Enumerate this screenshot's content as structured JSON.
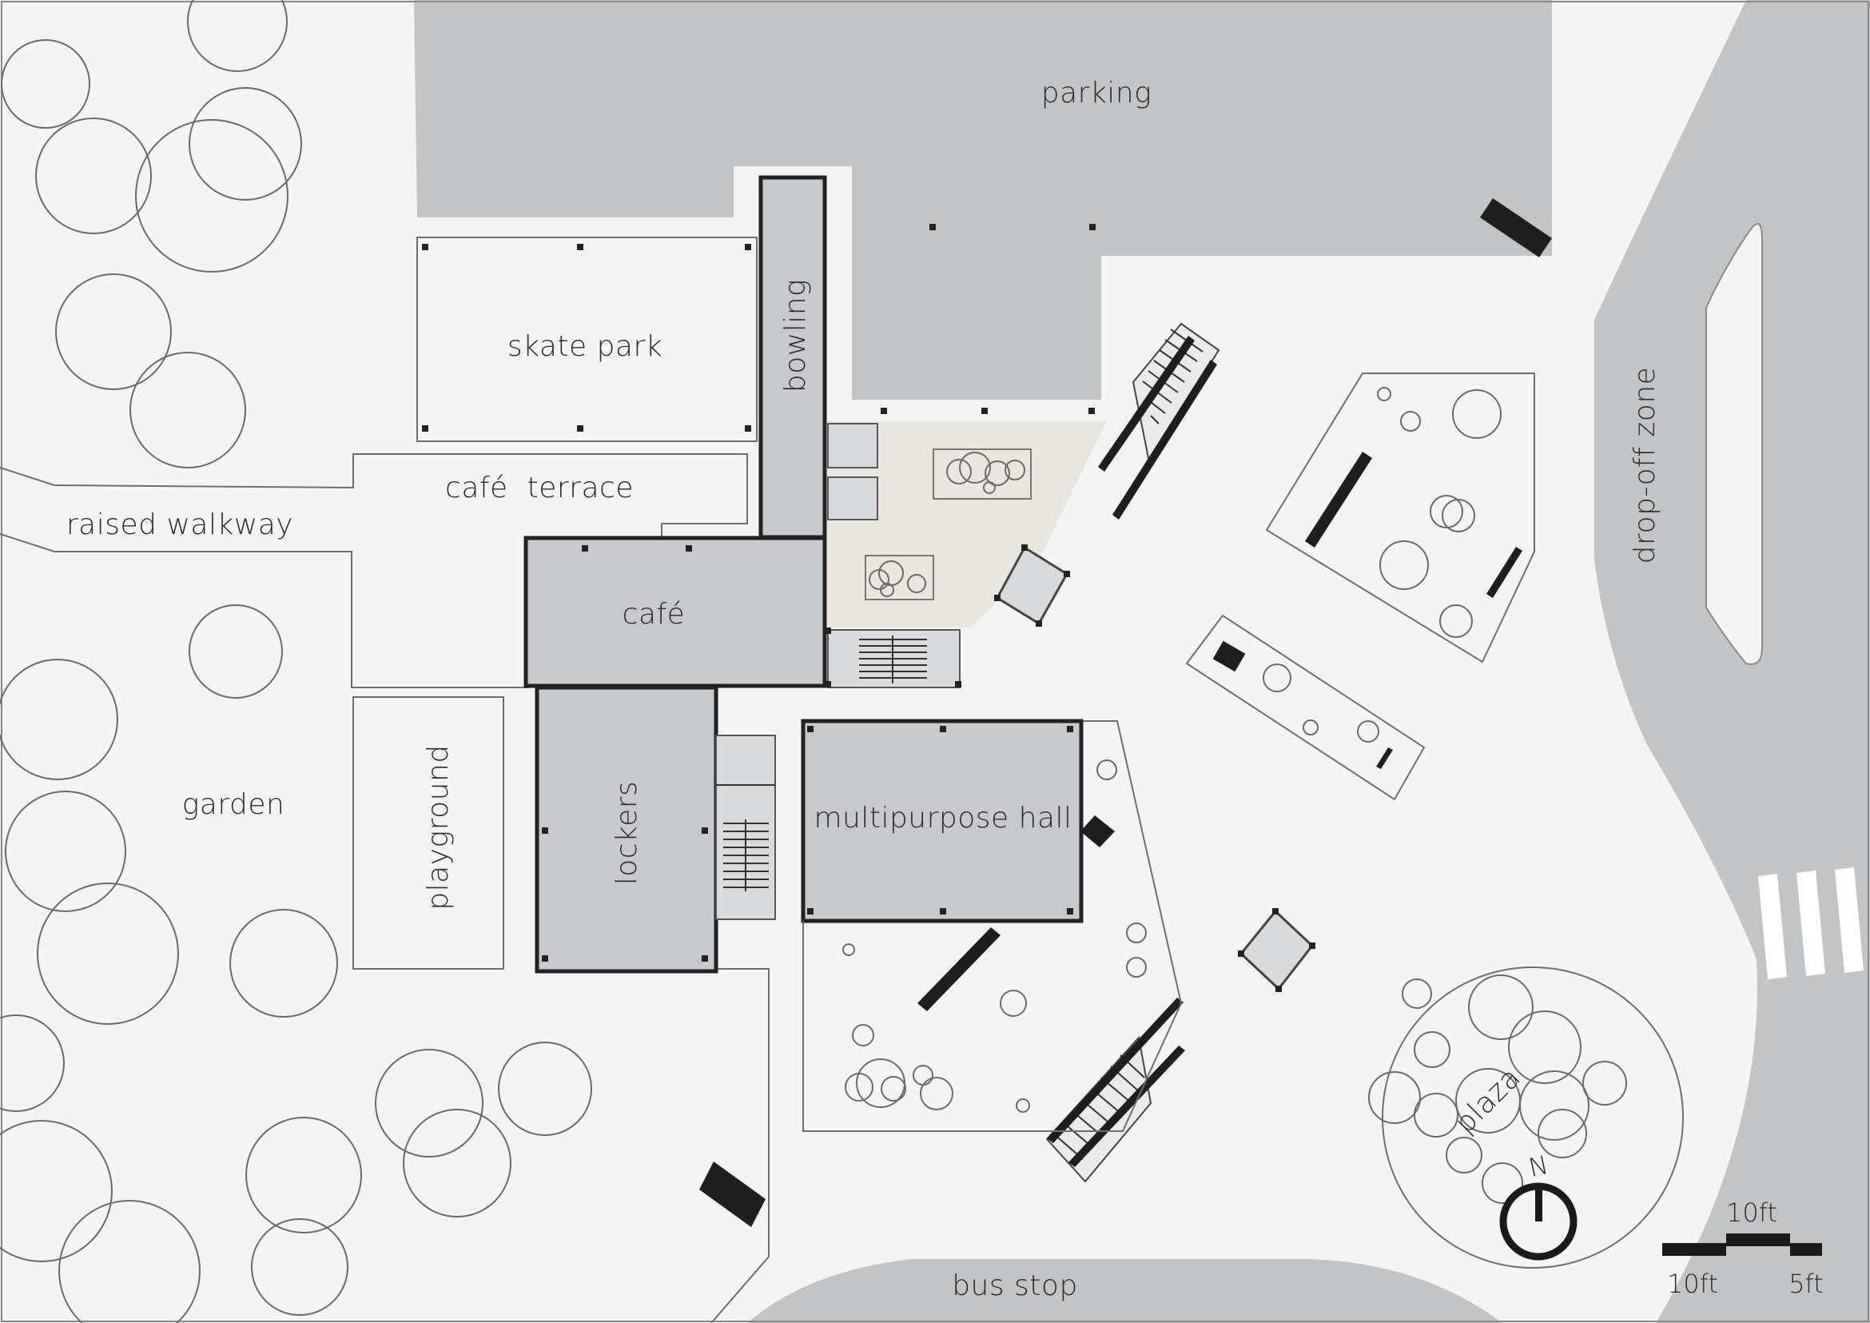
{
  "labels": {
    "parking": "parking",
    "skate_park": "skate park",
    "bowling": "bowling",
    "cafe_terrace": "café  terrace",
    "raised_walkway": "raised walkway",
    "cafe": "café",
    "garden": "garden",
    "playground": "playground",
    "lockers": "lockers",
    "multipurpose_hall": "multipurpose hall",
    "drop_off_zone": "drop-off zone",
    "plaza": "plaza",
    "bus_stop": "bus stop",
    "north": "N"
  },
  "scale_bar": {
    "top_label": "10ft",
    "bottom_left_label": "10ft",
    "bottom_right_label": "5ft"
  },
  "colors": {
    "ground": "#f4f4f4",
    "road": "#c3c4c6",
    "building": "#c8c9cc",
    "highlight": "#e9e6dd",
    "ink": "#1e1e1e"
  },
  "icons": {
    "north_arrow": "north-arrow-icon",
    "tree": "tree-circle-icon"
  }
}
